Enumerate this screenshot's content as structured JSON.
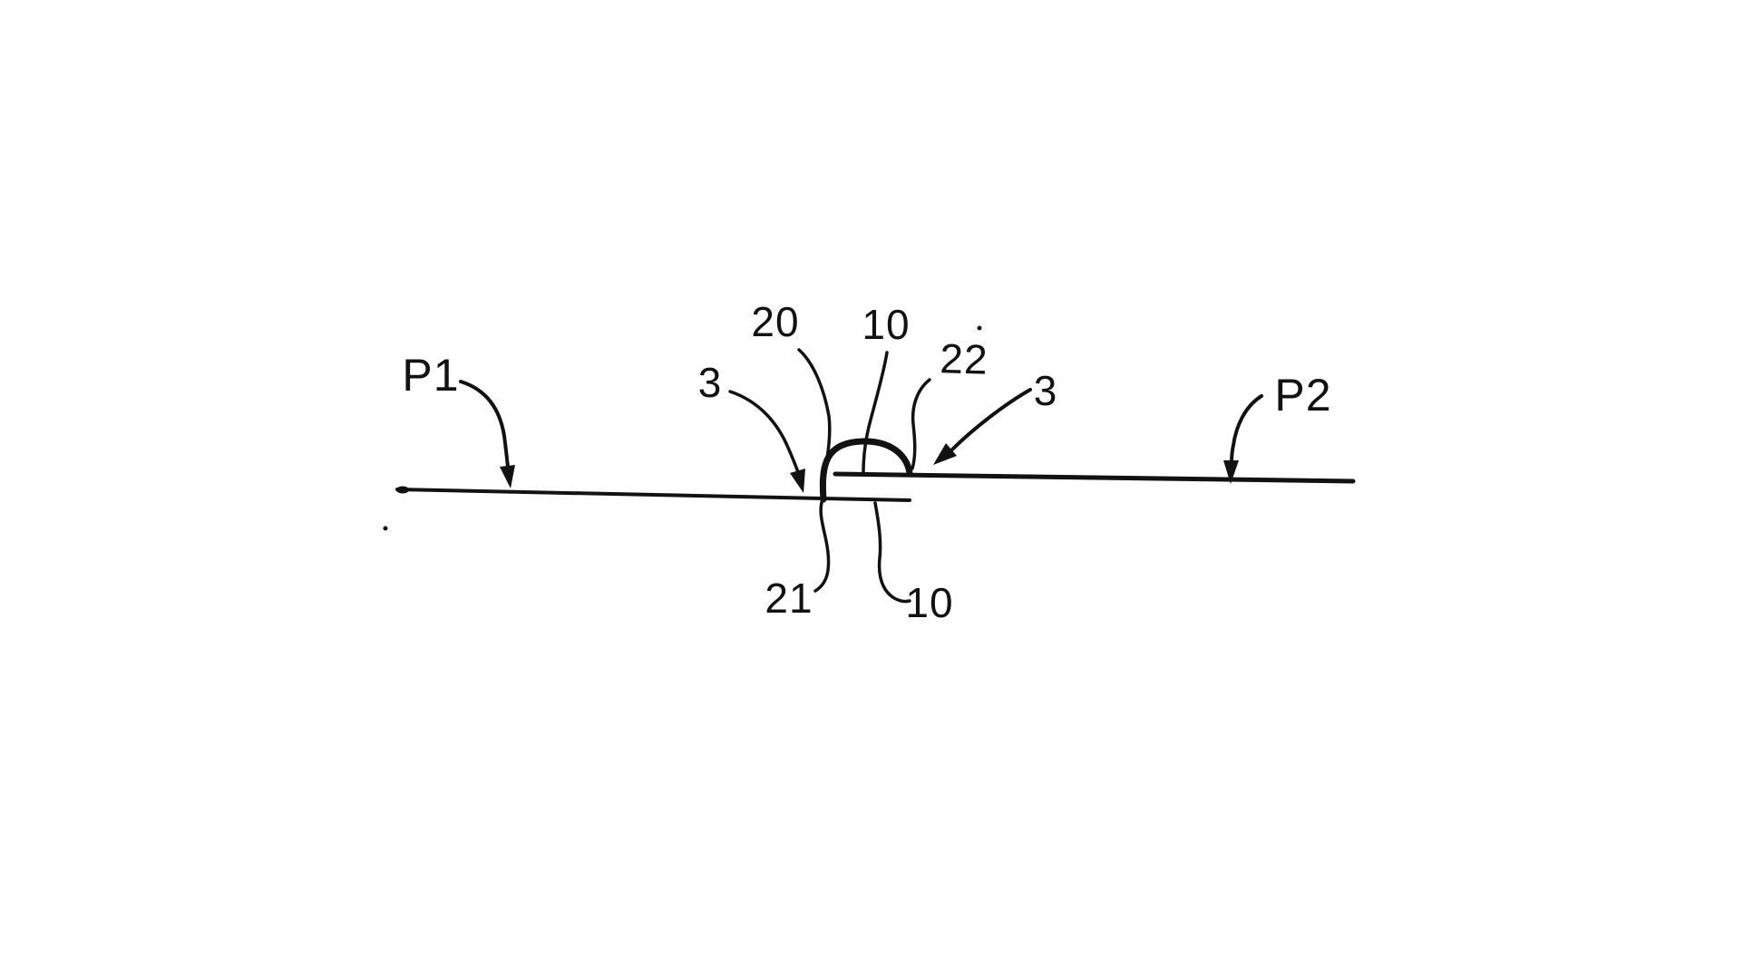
{
  "figure": {
    "description": "Patent-style line drawing: two coplanar panels P1 and P2 joined at a seam with a raised fold (bead) between them, annotated with reference numerals",
    "background_color": "#ffffff",
    "ink_color": "#121212",
    "labels": {
      "panel_left": "P1",
      "panel_right": "P2",
      "ref_3_left": "3",
      "ref_20": "20",
      "ref_10_top": "10",
      "ref_22": "22",
      "ref_3_right": "3",
      "ref_21": "21",
      "ref_10_bottom": "10"
    }
  }
}
